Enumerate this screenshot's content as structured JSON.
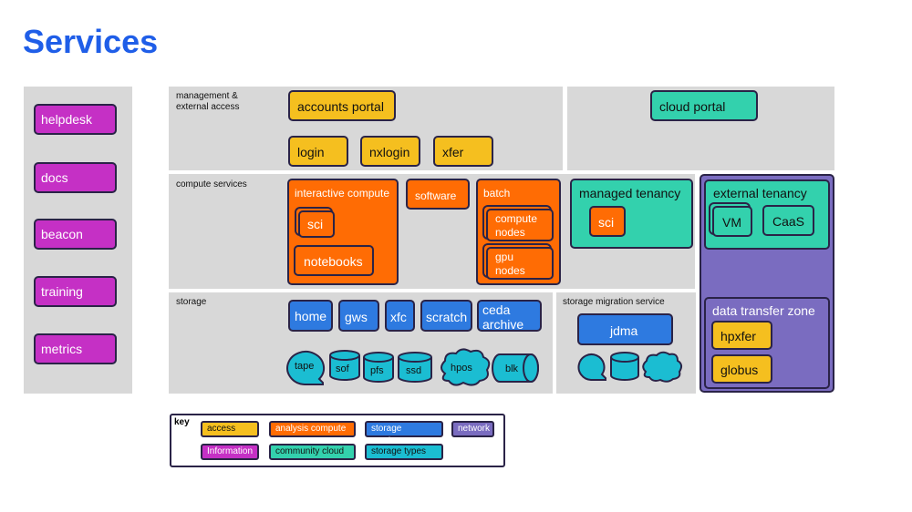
{
  "title": "Services",
  "colors": {
    "access": "#f5bf1f",
    "analysis_compute": "#ff6c04",
    "storage_services": "#2e7ae0",
    "network": "#7a6cc0",
    "information": "#c530c5",
    "community_cloud": "#33d1ad",
    "storage_types": "#1bbdd2",
    "panel": "#d8d8d8",
    "title": "#1f5ee8"
  },
  "info": {
    "items": [
      "helpdesk",
      "docs",
      "beacon",
      "training",
      "metrics"
    ]
  },
  "management": {
    "label": "management &\nexternal access",
    "accounts_portal": "accounts portal",
    "login": "login",
    "nxlogin": "nxlogin",
    "xfer": "xfer",
    "cloud_portal": "cloud portal"
  },
  "compute": {
    "label": "compute services",
    "interactive": "interactive compute",
    "sci": "sci",
    "notebooks": "notebooks",
    "software": "software",
    "batch": "batch compute",
    "compute_nodes": "compute\nnodes",
    "gpu_nodes": "gpu\nnodes",
    "managed_tenancy": "managed tenancy",
    "managed_sci": "sci",
    "external_tenancy": "external tenancy",
    "vm": "VM",
    "caas": "CaaS"
  },
  "storage": {
    "label": "storage",
    "services": [
      "home",
      "gws",
      "xfc",
      "scratch",
      "ceda\narchive"
    ],
    "types": [
      "tape",
      "sof",
      "pfs",
      "ssd",
      "hpos",
      "blk"
    ],
    "migration_label": "storage migration service",
    "jdma": "jdma"
  },
  "data_transfer": {
    "label": "data transfer zone",
    "hpxfer": "hpxfer",
    "globus": "globus"
  },
  "key": {
    "label": "key",
    "items": [
      "access",
      "analysis compute",
      "storage services",
      "network",
      "Information",
      "community cloud",
      "storage types"
    ]
  }
}
